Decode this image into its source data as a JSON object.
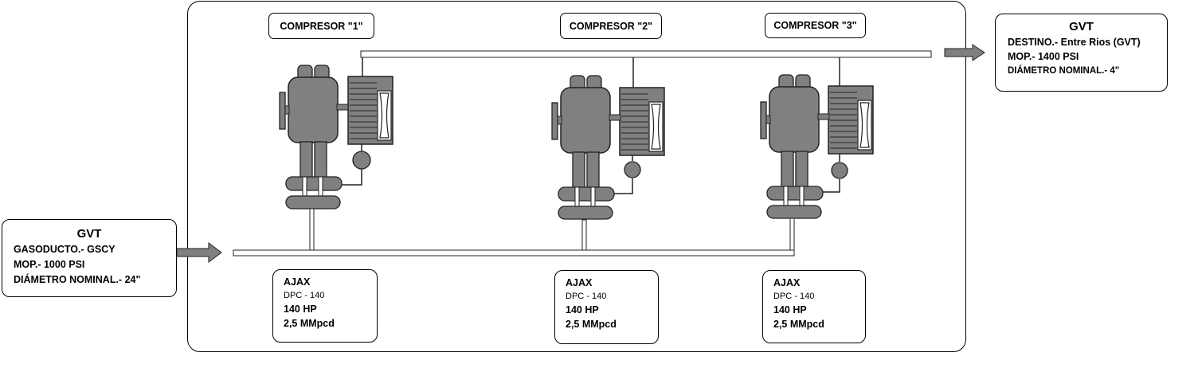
{
  "compressors": [
    {
      "label": "COMPRESOR \"1\"",
      "spec": {
        "brand": "AJAX",
        "model": "DPC - 140",
        "power": "140 HP",
        "capacity": "2,5 MMpcd"
      }
    },
    {
      "label": "COMPRESOR \"2\"",
      "spec": {
        "brand": "AJAX",
        "model": "DPC - 140",
        "power": "140 HP",
        "capacity": "2,5 MMpcd"
      }
    },
    {
      "label": "COMPRESOR \"3\"",
      "spec": {
        "brand": "AJAX",
        "model": "DPC - 140",
        "power": "140 HP",
        "capacity": "2,5 MMpcd"
      }
    }
  ],
  "source": {
    "title": "GVT",
    "line1": "GASODUCTO.- GSCY",
    "line2": "MOP.- 1000 PSI",
    "line3": "DIÁMETRO NOMINAL.- 24\""
  },
  "destination": {
    "title": "GVT",
    "line1": "DESTINO.- Entre Rios (GVT)",
    "line2": "MOP.- 1400 PSI",
    "line3": "DIÁMETRO NOMINAL.-  4\""
  },
  "colors": {
    "equipment_fill": "#808080",
    "equipment_stroke": "#222222",
    "pipe_fill": "#ffffff",
    "arrow_fill": "#808080"
  }
}
